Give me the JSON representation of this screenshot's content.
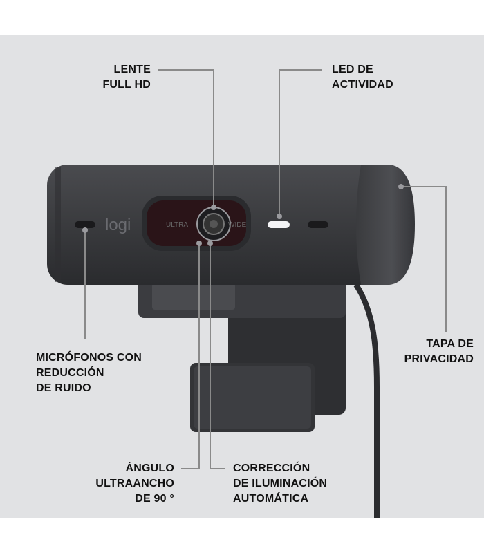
{
  "product": {
    "logo": "logi",
    "lens_left_text": "ULTRA",
    "lens_right_text": "WIDE"
  },
  "colors": {
    "background": "#e1e2e4",
    "body": "#3a3b3e",
    "leader_line": "#8a8a8a"
  },
  "callouts": {
    "lens": [
      "LENTE",
      "FULL HD"
    ],
    "led": [
      "LED DE",
      "ACTIVIDAD"
    ],
    "mics": [
      "MICRÓFONOS CON",
      "REDUCCIÓN",
      "DE RUIDO"
    ],
    "privacy": [
      "TAPA DE",
      "PRIVACIDAD"
    ],
    "angle": [
      "ÁNGULO",
      "ULTRAANCHO",
      "DE 90 °"
    ],
    "light": [
      "CORRECCIÓN",
      "DE ILUMINACIÓN",
      "AUTOMÁTICA"
    ]
  }
}
